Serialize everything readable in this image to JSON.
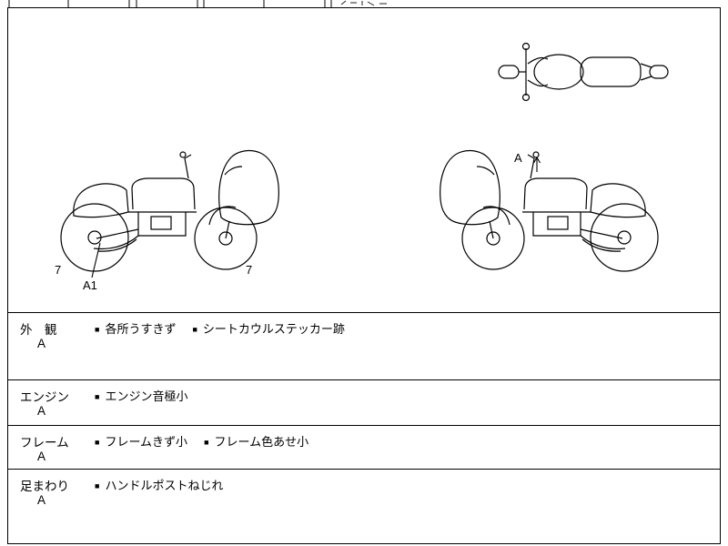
{
  "ui": {
    "bullet": "■"
  },
  "diagram_labels": {
    "left_bike_rear_wheel": "7",
    "left_bike_front_wheel": "7",
    "left_bike_pointer": "A1",
    "right_bike_pointer": "A"
  },
  "rows": [
    {
      "category": "外　観",
      "grade": "A",
      "notes": [
        "各所うすきず",
        "シートカウルステッカー跡"
      ]
    },
    {
      "category": "エンジン",
      "grade": "A",
      "notes": [
        "エンジン音極小"
      ]
    },
    {
      "category": "フレーム",
      "grade": "A",
      "notes": [
        "フレームきず小",
        "フレーム色あせ小"
      ]
    },
    {
      "category": "足まわり",
      "grade": "A",
      "notes": [
        "ハンドルポストねじれ"
      ]
    }
  ]
}
